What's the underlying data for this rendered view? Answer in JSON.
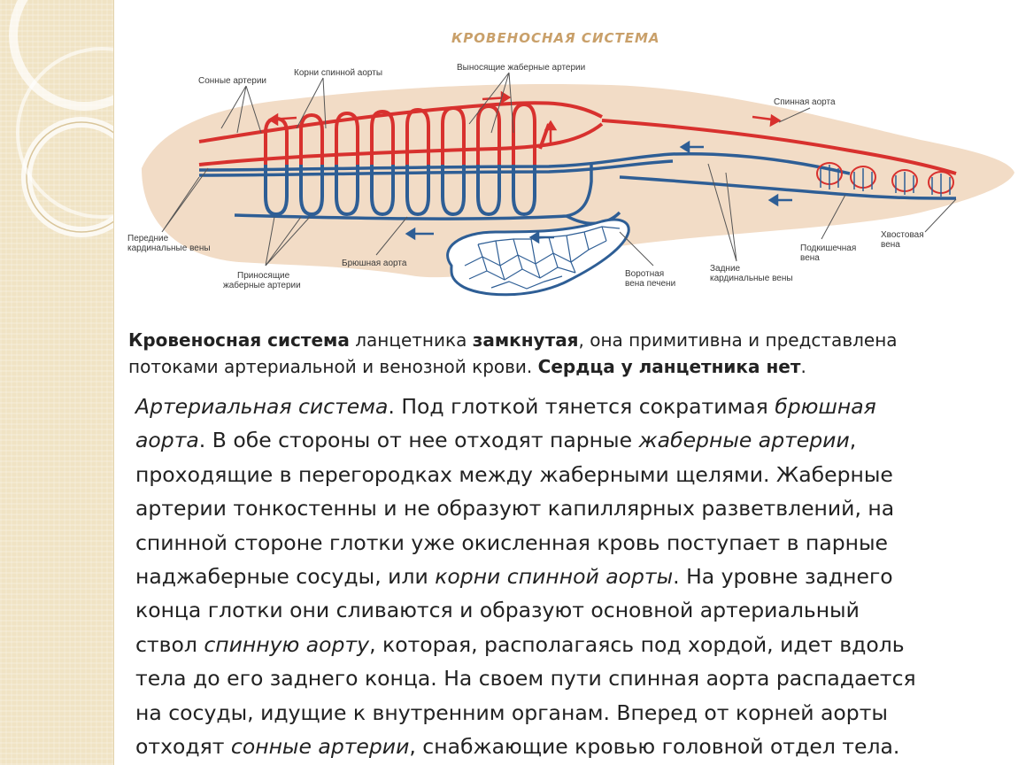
{
  "diagram": {
    "title": "КРОВЕНОСНАЯ СИСТЕМА",
    "labels": {
      "carotid": "Сонные артерии",
      "aorta_roots": "Корни спинной аорты",
      "efferent": "Выносящие жаберные артерии",
      "dorsal_aorta": "Спинная аорта",
      "anterior_cardinal_1": "Передние",
      "anterior_cardinal_2": "кардинальные вены",
      "afferent_1": "Приносящие",
      "afferent_2": "жаберные артерии",
      "ventral_aorta": "Брюшная аорта",
      "portal_1": "Воротная",
      "portal_2": "вена печени",
      "posterior_cardinal_1": "Задние",
      "posterior_cardinal_2": "кардинальные вены",
      "subintestinal_1": "Подкишечная",
      "subintestinal_2": "вена",
      "caudal_1": "Хвостовая",
      "caudal_2": "вена"
    }
  },
  "intro": {
    "p1_bold": "Кровеносная система",
    "p1_text1": " ланцетника ",
    "p1_bold2": "замкнутая",
    "p1_text2": ", она примитивна и представлена",
    "p2_text": "потоками артериальной и венозной крови. ",
    "p2_bold": "Сердца у ланцетника нет",
    "p2_end": "."
  },
  "body": {
    "t1_i": "Артериальная система",
    "t2": ". Под глоткой тянется сократимая ",
    "t3_i": "брюшная",
    "t4_i": "аорта",
    "t5": ". В обе стороны от нее отходят парные ",
    "t6_i": "жаберные артерии",
    "t7": ",",
    "line3": "проходящие в перегородках между жаберными щелями. Жаберные",
    "line4": "артерии тонкостенны и не образуют капиллярных разветвлений, на",
    "line5": "спинной стороне глотки уже окисленная кровь поступает в парные",
    "t8": "наджаберные сосуды, или ",
    "t9_i": "корни спинной аорты",
    "t10": ". На уровне заднего",
    "line7": "конца глотки они сливаются и образуют основной артериальный",
    "t11": "ствол ",
    "t12_i": "спинную аорту",
    "t13": ", которая, располагаясь под хордой, идет вдоль",
    "line9": "тела до его заднего конца. На своем пути спинная аорта распадается",
    "line10": "на сосуды, идущие к внутренним органам. Вперед от корней аорты",
    "t14": "отходят ",
    "t15_i": "сонные артерии",
    "t16": ", снабжающие кровью головной отдел тела."
  },
  "colors": {
    "artery": "#d8312e",
    "vein": "#2e5e95",
    "body": "#f2dcc6",
    "strip": "#f0e3c4"
  }
}
